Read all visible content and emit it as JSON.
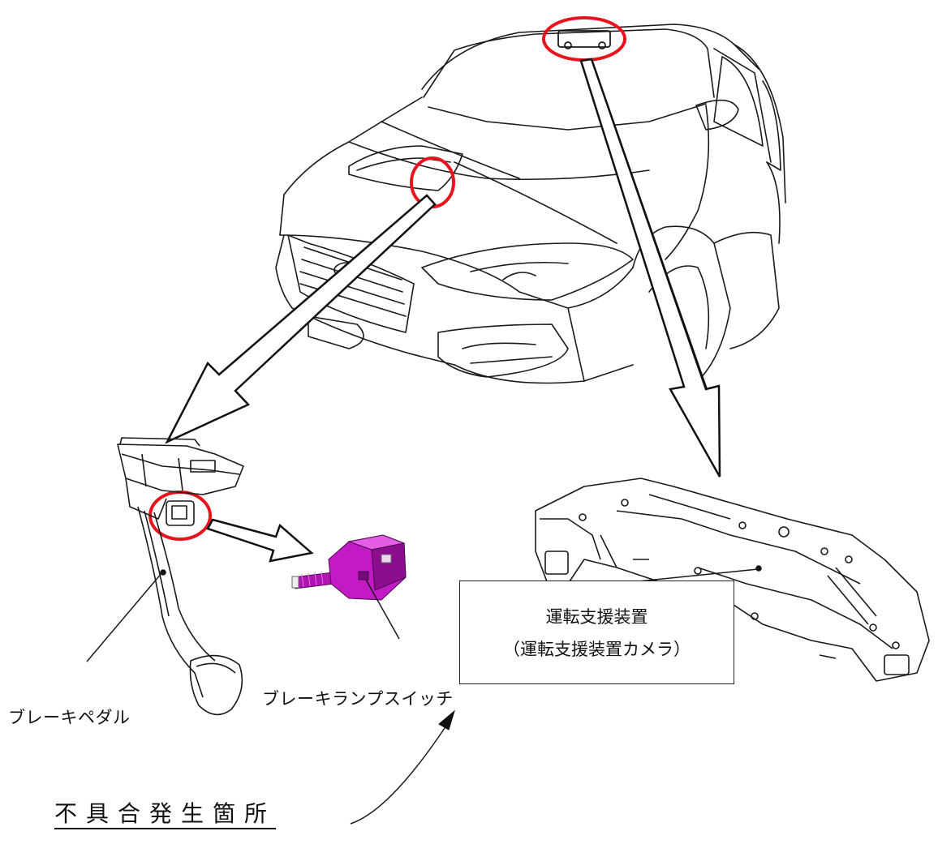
{
  "labels": {
    "brake_lamp_switch": "ブレーキランプスイッチ",
    "brake_pedal": "ブレーキペダル",
    "assist_device": "運転支援装置",
    "assist_camera": "（運転支援装置カメラ）",
    "defect_location": "不具合発生箇所"
  },
  "colors": {
    "highlight_circle": "#e8141d",
    "switch_body": "#c21ac4",
    "line_art": "#1a1a1a"
  },
  "icons": [
    "car-illustration",
    "brake-pedal-illustration",
    "brake-lamp-switch-illustration",
    "camera-bracket-illustration"
  ]
}
